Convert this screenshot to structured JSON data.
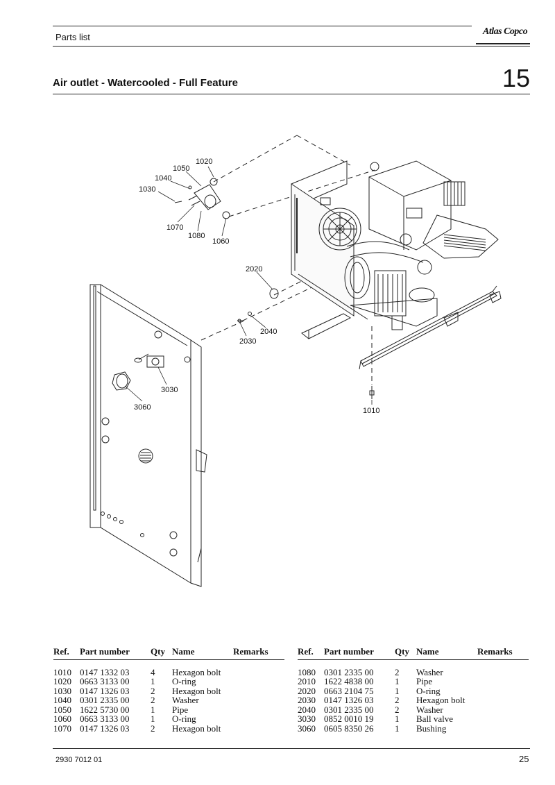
{
  "header": {
    "label": "Parts list",
    "brand": "Atlas Copco"
  },
  "section": {
    "title": "Air outlet - Watercooled - Full Feature",
    "number": "15"
  },
  "drawing": {
    "callouts": [
      "1020",
      "1050",
      "1040",
      "1030",
      "1070",
      "1080",
      "1060",
      "2020",
      "2040",
      "2030",
      "3030",
      "3060",
      "1010"
    ]
  },
  "table": {
    "headers": {
      "ref": "Ref.",
      "part_number": "Part number",
      "qty": "Qty",
      "name": "Name",
      "remarks": "Remarks"
    },
    "left_rows": [
      {
        "ref": "1010",
        "part": "0147 1332 03",
        "qty": "4",
        "name": "Hexagon bolt"
      },
      {
        "ref": "1020",
        "part": "0663 3133 00",
        "qty": "1",
        "name": "O-ring"
      },
      {
        "ref": "1030",
        "part": "0147 1326 03",
        "qty": "2",
        "name": "Hexagon bolt"
      },
      {
        "ref": "1040",
        "part": "0301 2335 00",
        "qty": "2",
        "name": "Washer"
      },
      {
        "ref": "1050",
        "part": "1622 5730 00",
        "qty": "1",
        "name": "Pipe"
      },
      {
        "ref": "1060",
        "part": "0663 3133 00",
        "qty": "1",
        "name": "O-ring"
      },
      {
        "ref": "1070",
        "part": "0147 1326 03",
        "qty": "2",
        "name": "Hexagon bolt"
      }
    ],
    "right_rows": [
      {
        "ref": "1080",
        "part": "0301 2335 00",
        "qty": "2",
        "name": "Washer"
      },
      {
        "ref": "2010",
        "part": "1622 4838 00",
        "qty": "1",
        "name": "Pipe"
      },
      {
        "ref": "2020",
        "part": "0663 2104 75",
        "qty": "1",
        "name": "O-ring"
      },
      {
        "ref": "2030",
        "part": "0147 1326 03",
        "qty": "2",
        "name": "Hexagon bolt"
      },
      {
        "ref": "2040",
        "part": "0301 2335 00",
        "qty": "2",
        "name": "Washer"
      },
      {
        "ref": "3030",
        "part": "0852 0010 19",
        "qty": "1",
        "name": "Ball valve"
      },
      {
        "ref": "3060",
        "part": "0605 8350 26",
        "qty": "1",
        "name": "Bushing"
      }
    ]
  },
  "footer": {
    "doc_code": "2930 7012 01",
    "page": "25"
  }
}
